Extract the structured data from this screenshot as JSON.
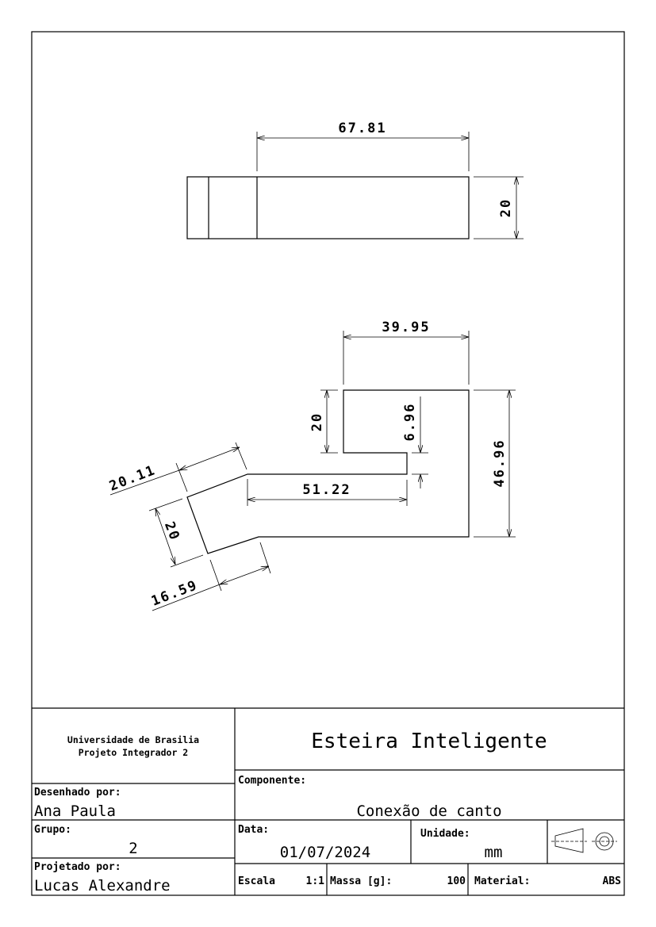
{
  "drawing": {
    "top_view": {
      "width_dim": "67.81",
      "height_dim": "20"
    },
    "front_view": {
      "top_width_dim": "39.95",
      "left_height_dim": "20",
      "slot_dim": "6.96",
      "total_height_dim": "46.96",
      "arm_length_dim": "51.22",
      "angled_top_dim": "20.11",
      "angled_width_dim": "20",
      "angled_bottom_dim": "16.59"
    }
  },
  "title_block": {
    "institution": "Universidade de Brasilia",
    "course": "Projeto Integrador 2",
    "project_title": "Esteira Inteligente",
    "component_label": "Componente:",
    "component_value": "Conexão de canto",
    "drawn_by_label": "Desenhado por:",
    "drawn_by_value": "Ana Paula",
    "group_label": "Grupo:",
    "group_value": "2",
    "designed_by_label": "Projetado por:",
    "designed_by_value": "Lucas Alexandre",
    "date_label": "Data:",
    "date_value": "01/07/2024",
    "unit_label": "Unidade:",
    "unit_value": "mm",
    "scale_label": "Escala",
    "scale_value": "1:1",
    "mass_label": "Massa [g]:",
    "mass_value": "100",
    "material_label": "Material:",
    "material_value": "ABS"
  }
}
